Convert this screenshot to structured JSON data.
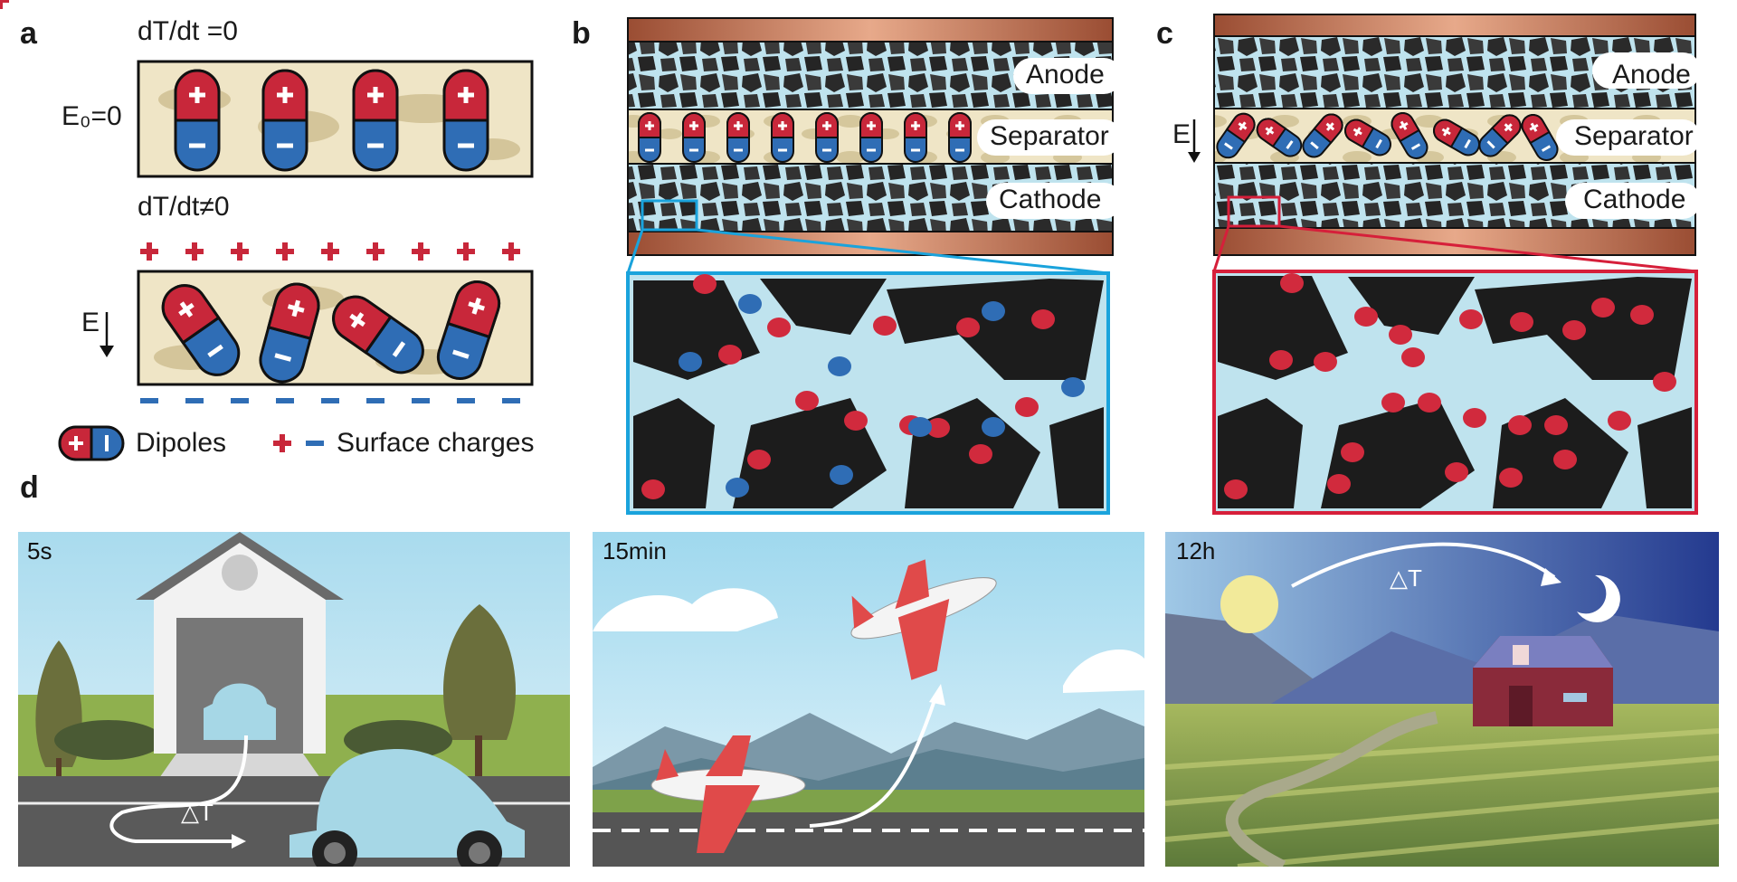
{
  "panels": {
    "a": {
      "label": "a",
      "top_title": "dT/dt =0",
      "top_field": "E₀=0",
      "bottom_title": "dT/dt≠0",
      "bottom_field": "E",
      "legend_dipoles": "Dipoles",
      "legend_charges": "Surface charges"
    },
    "b": {
      "label": "b",
      "layers": [
        "Anode",
        "Separator",
        "Cathode"
      ]
    },
    "c": {
      "label": "c",
      "field": "E",
      "layers": [
        "Anode",
        "Separator",
        "Cathode"
      ]
    },
    "d": {
      "label": "d",
      "scenes": [
        {
          "time": "5s",
          "delta": "△T"
        },
        {
          "time": "15min"
        },
        {
          "time": "12h",
          "delta": "△T"
        }
      ]
    }
  },
  "colors": {
    "dipole_red": "#c8273a",
    "dipole_blue": "#2f6db5",
    "electrolyte": "#bfe3ee",
    "particle": "#1c1c1c",
    "copper": "#c77c5a",
    "sand": "#efe5c6",
    "frame_b": "#1aa3dc",
    "frame_c": "#d61f3a"
  }
}
